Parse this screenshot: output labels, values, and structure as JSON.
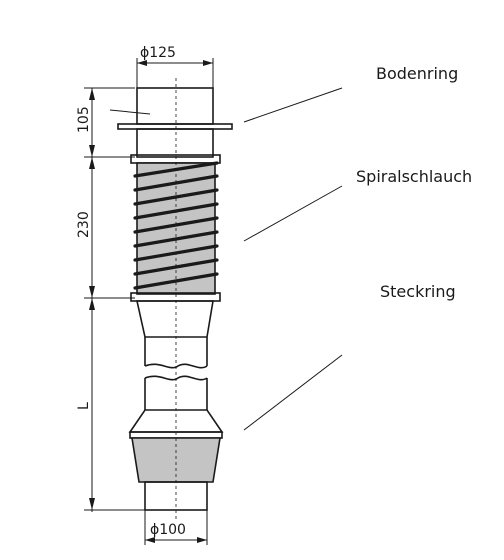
{
  "dimensions": {
    "top_diameter": "ϕ125",
    "bottom_diameter": "ϕ100",
    "height_ring": "105",
    "height_hose": "230",
    "length": "L"
  },
  "labels": {
    "bodenring": "Bodenring",
    "spiralschlauch": "Spiralschlauch",
    "steckring": "Steckring"
  },
  "colors": {
    "line": "#1a1a1a",
    "fill_grey": "#c4c4c4",
    "background": "#ffffff"
  }
}
